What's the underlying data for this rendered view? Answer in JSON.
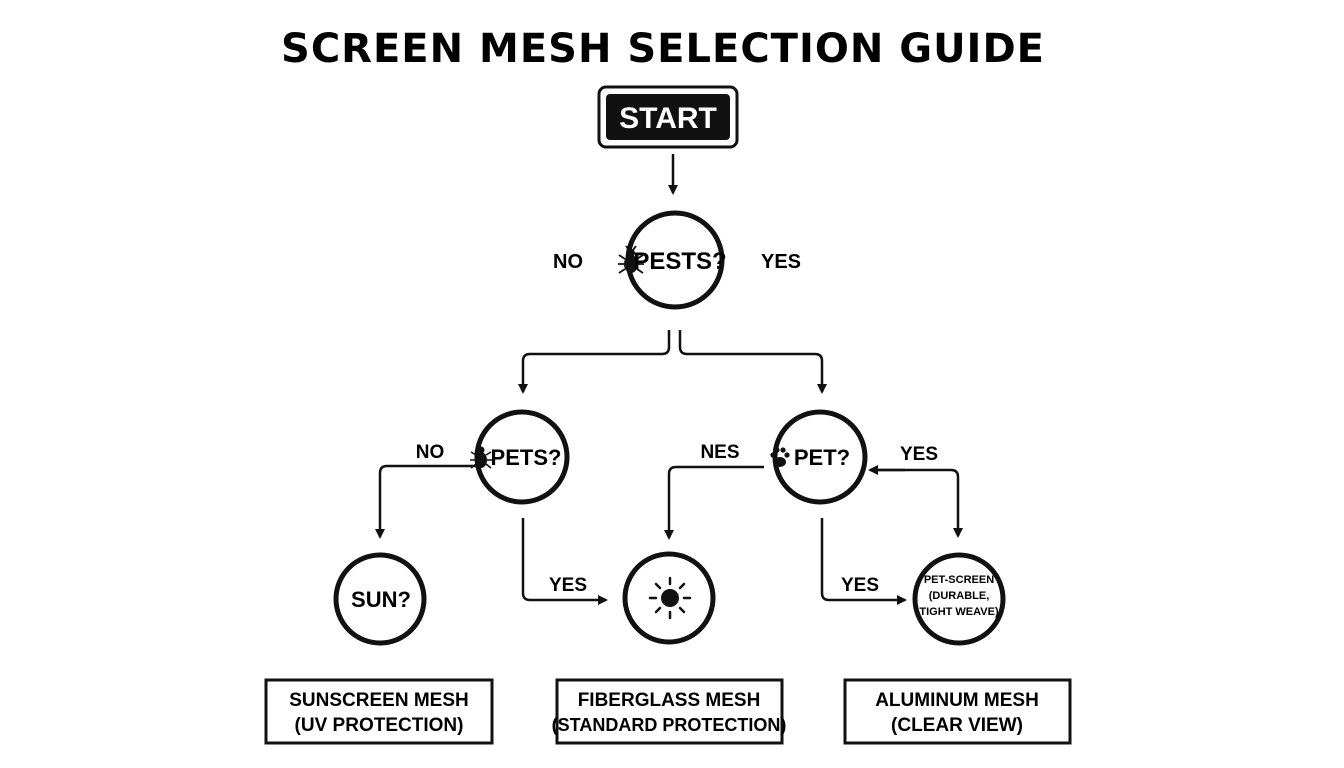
{
  "title": "SCREEN MESH SELECTION GUIDE",
  "start": {
    "label": "START"
  },
  "nodes": {
    "pests": {
      "label": "PESTS?",
      "icon": "bug-icon"
    },
    "pets_left": {
      "label": "PETS?",
      "icon": "bug-icon"
    },
    "pet_right": {
      "label": "PET?",
      "icon": "paw-icon"
    },
    "sun": {
      "label": "SUN?"
    },
    "sun_icon_node": {
      "icon": "sun-icon"
    },
    "pet_screen": {
      "line1": "PET-SCREEN",
      "line2": "(DURABLE,",
      "line3": "TIGHT WEAVE)"
    }
  },
  "edge_labels": {
    "pests_no": "NO",
    "pests_yes": "YES",
    "pets_no": "NO",
    "pets_yes": "YES",
    "pet_nes": "NES",
    "pet_yes_top": "YES",
    "pet_yes_bottom": "YES"
  },
  "results": [
    {
      "line1": "SUNSCREEN MESH",
      "line2": "(UV PROTECTION)"
    },
    {
      "line1": "FIBERGLASS MESH",
      "line2": "(STANDARD PROTECTION)"
    },
    {
      "line1": "ALUMINUM MESH",
      "line2": "(CLEAR VIEW)"
    }
  ],
  "colors": {
    "ink": "#111111",
    "background": "#ffffff"
  }
}
